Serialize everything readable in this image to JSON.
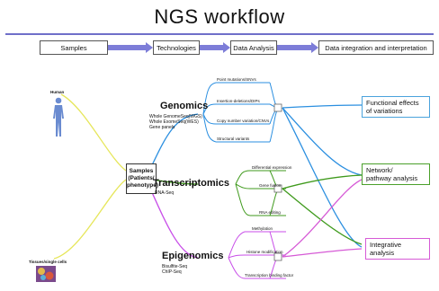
{
  "title": "NGS workflow",
  "stages": [
    "Samples",
    "Technologies",
    "Data Analysis",
    "Data integration and interpretation"
  ],
  "left": {
    "human": "Human",
    "tissues": "Tissues/single cells",
    "samples": [
      "Samples",
      "(Patients/",
      "phenotype)"
    ]
  },
  "categories": {
    "genomics": {
      "name": "Genomics",
      "tech": [
        "Whole GenomeSeq(WGS)",
        "Whole ExomeSeq(WES)",
        "Gene panels"
      ],
      "analyses": [
        "Point mutations/SNVs",
        "Insertion-deletions/DIPs",
        "Copy number variation/CNVs",
        "Structural variants"
      ]
    },
    "transcriptomics": {
      "name": "Transcriptomics",
      "tech": [
        "RNA-Seq"
      ],
      "analyses": [
        "Differential expression",
        "Gene fusion",
        "RNA editing"
      ]
    },
    "epigenomics": {
      "name": "Epigenomics",
      "tech": [
        "Bisulfite-Seq",
        "ChIP-Seq"
      ],
      "analyses": [
        "Methylation",
        "Histone modification",
        "Transcription binding factor"
      ]
    }
  },
  "outputs": [
    [
      "Functional effects",
      "of variations"
    ],
    [
      "Network/",
      "pathway analysis"
    ],
    [
      "Integrative",
      "analysis"
    ]
  ],
  "colors": {
    "header_bar": "#6f6fc9",
    "arrow": "#7d7dd8",
    "genomics": "#2b8fe0",
    "transcriptomics": "#3f9a1c",
    "epigenomics": "#c84ee8",
    "human": "#e6e65a",
    "tissues": "#e6e65a",
    "output_border_blue": "#4aa3dc",
    "output_border_green": "#4aa02a",
    "output_border_pink": "#d65ad6"
  },
  "icons": [
    "human-figure-icon",
    "tissue-cells-icon"
  ]
}
